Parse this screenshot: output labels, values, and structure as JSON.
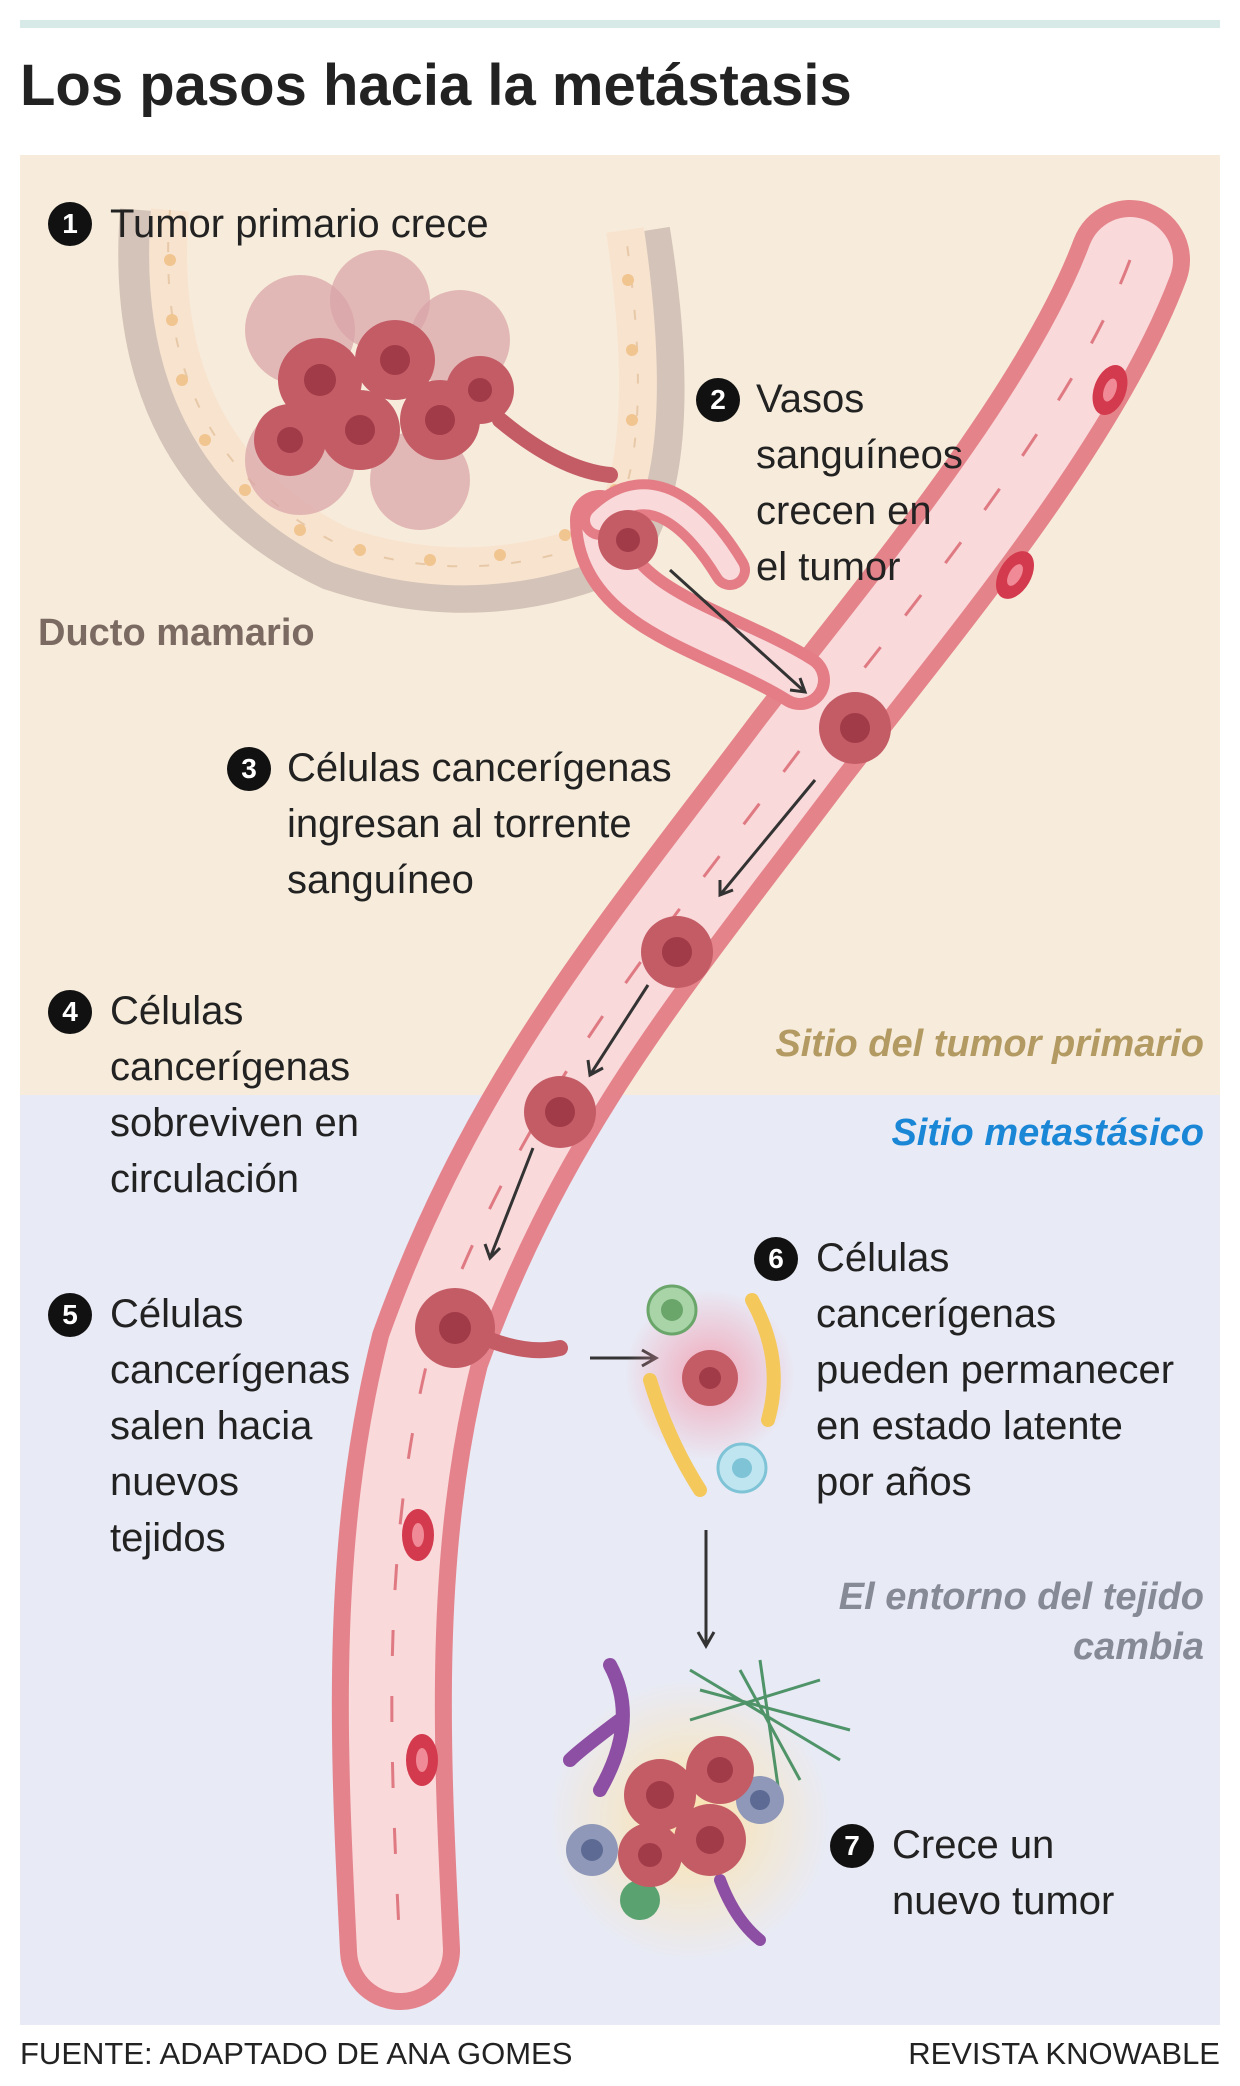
{
  "header": {
    "title": "Los pasos hacia la metástasis"
  },
  "steps": [
    {
      "number": "1",
      "lines": [
        "Tumor primario crece"
      ]
    },
    {
      "number": "2",
      "lines": [
        "Vasos",
        "sanguíneos",
        "crecen en",
        "el tumor"
      ]
    },
    {
      "number": "3",
      "lines": [
        "Células cancerígenas",
        "ingresan al torrente",
        "sanguíneo"
      ]
    },
    {
      "number": "4",
      "lines": [
        "Células",
        "cancerígenas",
        "sobreviven en",
        "circulación"
      ]
    },
    {
      "number": "5",
      "lines": [
        "Células",
        "cancerígenas",
        "salen hacia",
        "nuevos",
        "tejidos"
      ]
    },
    {
      "number": "6",
      "lines": [
        "Células",
        "cancerígenas",
        "pueden permanecer",
        "en estado latente",
        "por años"
      ]
    },
    {
      "number": "7",
      "lines": [
        "Crece un",
        "nuevo tumor"
      ]
    }
  ],
  "labels": {
    "duct": "Ducto mamario",
    "primary_site": "Sitio del tumor primario",
    "metastatic_site": "Sitio metastásico",
    "environment": [
      "El entorno del tejido",
      "cambia"
    ]
  },
  "footer": {
    "source": "FUENTE: ADAPTADO DE ANA GOMES",
    "publisher": "REVISTA KNOWABLE"
  },
  "colors": {
    "primary_bg": "#f7ecdb",
    "metastatic_bg": "#e8eaf5",
    "vessel": "#e47d86",
    "vessel_inner": "#f9d9da",
    "cancer_cell": "#c45c66",
    "metastatic_accent": "#1a86d6"
  },
  "icons": [
    "step-number-badge",
    "mammary-duct-illustration",
    "blood-vessel-illustration",
    "cancer-cell-icon",
    "red-blood-cell-icon",
    "arrow-icon",
    "immune-cell-icon",
    "fiber-network-icon"
  ]
}
